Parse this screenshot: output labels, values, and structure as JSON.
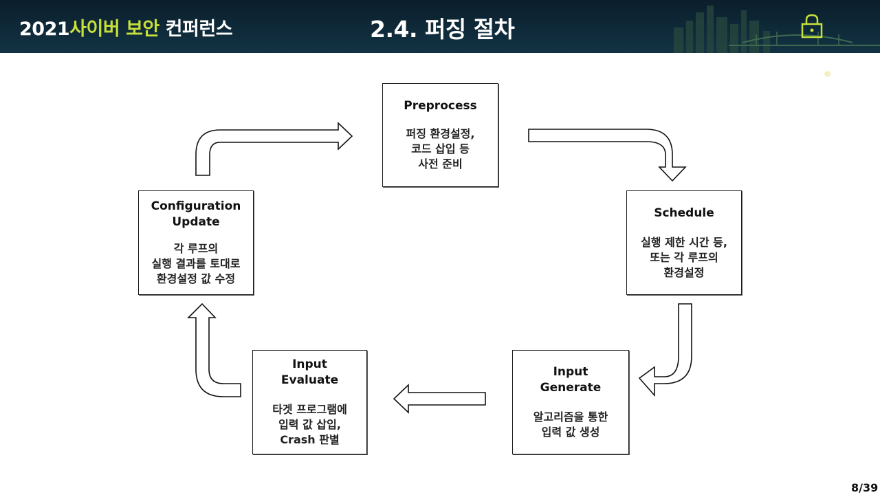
{
  "header": {
    "year": "2021",
    "accent": "사이버 보안",
    "rest": "컨퍼런스",
    "slide_title": "2.4. 퍼징 절차"
  },
  "steps": {
    "preprocess": {
      "title": "Preprocess",
      "body": "퍼징 환경설정,\n코드 삽입 등\n사전 준비"
    },
    "schedule": {
      "title": "Schedule",
      "body": "실행 제한 시간 등,\n또는 각 루프의\n환경설정"
    },
    "generate": {
      "title": "Input\nGenerate",
      "body": "알고리즘을 통한\n입력 값 생성"
    },
    "evaluate": {
      "title": "Input\nEvaluate",
      "body": "타겟 프로그램에\n입력 값 삽입,\nCrash 판별"
    },
    "config": {
      "title": "Configuration\nUpdate",
      "body": "각 루프의\n실행 결과를 토대로\n환경설정 값 수정"
    }
  },
  "page": {
    "number": "8/39"
  },
  "colors": {
    "accent": "#c8e03a",
    "header_bg": "#0b1e2b"
  }
}
